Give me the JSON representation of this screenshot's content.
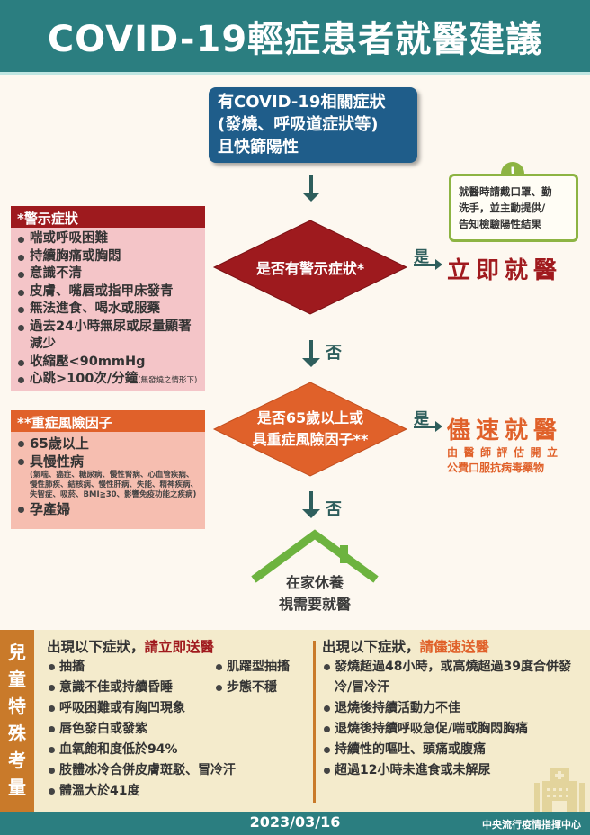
{
  "header": {
    "title": "COVID-19輕症患者就醫建議"
  },
  "flow": {
    "start": {
      "lines": [
        "有COVID-19相關症狀",
        "(發燒、呼吸道症狀等)",
        "且快篩陽性"
      ]
    },
    "decision1": {
      "text": "是否有警示症狀*",
      "yes_label": "是",
      "no_label": "否",
      "color": "#9e1a1e"
    },
    "decision2": {
      "lines": [
        "是否65歲以上或",
        "具重症風險因子**"
      ],
      "yes_label": "是",
      "no_label": "否",
      "color": "#e0612a"
    },
    "notice": {
      "badge": "!",
      "lines": [
        "就醫時請戴口罩、勤",
        "洗手，並主動提供/",
        "告知檢驗陽性結果"
      ]
    },
    "result_immediate": "立即就醫",
    "result_soon": {
      "title": "儘速就醫",
      "lines": [
        "由醫師評估開立",
        "公費口服抗病毒藥物"
      ]
    },
    "result_home": {
      "lines": [
        "在家休養",
        "視需要就醫"
      ]
    }
  },
  "warning_symptoms": {
    "title": "*警示症狀",
    "items": [
      "喘或呼吸困難",
      "持續胸痛或胸悶",
      "意識不清",
      "皮膚、嘴唇或指甲床發青",
      "無法進食、喝水或服藥",
      "過去24小時無尿或尿量顯著減少",
      "收縮壓<90mmHg",
      "心跳>100次/分鐘"
    ],
    "item7_note": "(無發燒之情形下)"
  },
  "risk_factors": {
    "title": "**重症風險因子",
    "items": [
      "65歲以上",
      "具慢性病",
      "孕產婦"
    ],
    "chronic_note": "(氣喘、癌症、糖尿病、慢性腎病、心血管疾病、慢性肺疾、結核病、慢性肝病、失能、精神疾病、失智症、吸菸、BMI≧30、影響免疫功能之疾病)"
  },
  "children": {
    "side_label": [
      "兒",
      "童",
      "特",
      "殊",
      "考",
      "量"
    ],
    "immediate": {
      "heading_prefix": "出現以下症狀，",
      "heading_emphasis": "請立即送醫",
      "items": [
        "抽搐",
        "肌躍型抽搐",
        "意識不佳或持續昏睡",
        "步態不穩",
        "呼吸困難或有胸凹現象",
        "唇色發白或發紫",
        "血氧飽和度低於94%",
        "肢體冰冷合併皮膚斑駁、冒冷汗",
        "體溫大於41度"
      ]
    },
    "soon": {
      "heading_prefix": "出現以下症狀，",
      "heading_emphasis": "請儘速送醫",
      "items": [
        "發燒超過48小時，或高燒超過39度合併發冷/冒冷汗",
        "退燒後持續活動力不佳",
        "退燒後持續呼吸急促/喘或胸悶胸痛",
        "持續性的嘔吐、頭痛或腹痛",
        "超過12小時未進食或未解尿"
      ]
    }
  },
  "footer": {
    "date": "2023/03/16",
    "org": "中央流行疫情指揮中心"
  },
  "colors": {
    "teal": "#2b7e80",
    "navy": "#1f5d8a",
    "dark_red": "#9e1a1e",
    "orange": "#e0612a",
    "green": "#8db443",
    "brown": "#c97a2a"
  }
}
